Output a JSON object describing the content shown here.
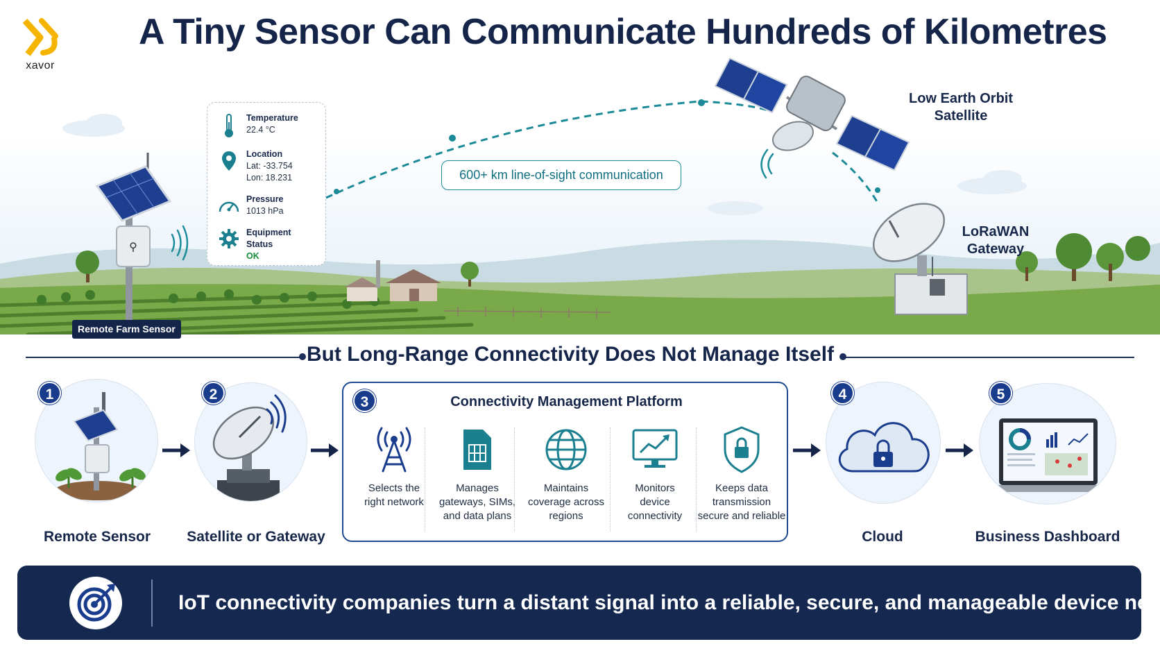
{
  "brand": {
    "name": "xavor",
    "accent": "#f5b400"
  },
  "title": "A Tiny Sensor Can Communicate Hundreds of Kilometres",
  "scene": {
    "sensor_readings": [
      {
        "label": "Temperature",
        "lines": [
          "22.4 °C"
        ],
        "icon": "thermometer-icon"
      },
      {
        "label": "Location",
        "lines": [
          "Lat: -33.754",
          "Lon: 18.231"
        ],
        "icon": "location-pin-icon"
      },
      {
        "label": "Pressure",
        "lines": [
          "1013 hPa"
        ],
        "icon": "gauge-icon"
      },
      {
        "label": "Equipment Status",
        "lines": [
          "OK"
        ],
        "icon": "gear-icon"
      }
    ],
    "link_label": "600+ km line-of-sight communication",
    "satellite_label_1": "Low Earth Orbit",
    "satellite_label_2": "Satellite",
    "gateway_label_1": "LoRaWAN",
    "gateway_label_2": "Gateway",
    "farm_tag": "Remote Farm Sensor"
  },
  "section_title": "But Long-Range Connectivity Does Not Manage Itself",
  "steps": [
    {
      "number": "1",
      "label": "Remote Sensor"
    },
    {
      "number": "2",
      "label": "Satellite or Gateway"
    },
    {
      "number": "3",
      "label": "Connectivity Management Platform"
    },
    {
      "number": "4",
      "label": "Cloud"
    },
    {
      "number": "5",
      "label": "Business Dashboard"
    }
  ],
  "platform_functions": [
    {
      "lines": [
        "Selects the",
        "right network"
      ],
      "icon": "antenna-tower-icon"
    },
    {
      "lines": [
        "Manages",
        "gateways, SIMs,",
        "and data plans"
      ],
      "icon": "sim-card-icon"
    },
    {
      "lines": [
        "Maintains",
        "coverage across",
        "regions"
      ],
      "icon": "globe-icon"
    },
    {
      "lines": [
        "Monitors",
        "device",
        "connectivity"
      ],
      "icon": "monitor-chart-icon"
    },
    {
      "lines": [
        "Keeps data",
        "transmission",
        "secure and reliable"
      ],
      "icon": "shield-lock-icon"
    }
  ],
  "footer": {
    "message": "IoT connectivity companies turn a distant signal into a reliable, secure, and manageable device network.",
    "icon": "target-icon"
  },
  "colors": {
    "navy": "#142850",
    "badge": "#1a3c8c",
    "teal": "#1c8b9a",
    "ok": "#1a8c3a"
  }
}
